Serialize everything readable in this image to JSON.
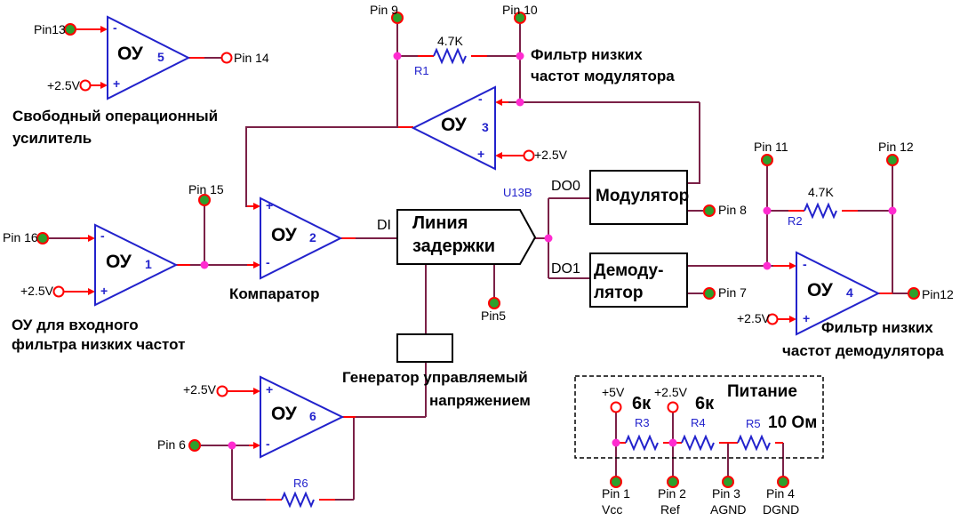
{
  "common": {
    "ou": "ОУ",
    "plus": "+",
    "minus": "-",
    "vref": "+2.5V"
  },
  "colors": {
    "wire": "#7B2147",
    "component_blue": "#2222CC",
    "signal_red": "#FF0000",
    "junction_magenta": "#FF2BD0",
    "pin_green": "#2CA02C",
    "text_black": "#000000",
    "background": "#FFFFFF"
  },
  "op5": {
    "num": "5",
    "pin_in": "Pin13",
    "pin_out": "Pin 14",
    "caption1": "Свободный операционный",
    "caption2": "усилитель"
  },
  "op1": {
    "num": "1",
    "pin_in": "Pin 16",
    "pin_top": "Pin 15",
    "caption1": "ОУ для входного",
    "caption2": "фильтра низких частот"
  },
  "op2": {
    "num": "2",
    "caption": "Компаратор"
  },
  "op3": {
    "num": "3"
  },
  "op4": {
    "num": "4",
    "pin_out": "Pin12"
  },
  "op6": {
    "num": "6",
    "pin_in": "Pin 6",
    "r_name": "R6"
  },
  "mod_filter": {
    "pin9": "Pin 9",
    "pin10": "Pin 10",
    "r_name": "R1",
    "r_value": "4.7K",
    "caption1": "Фильтр низких",
    "caption2": "частот модулятора"
  },
  "demod_filter": {
    "pin11": "Pin 11",
    "pin12": "Pin 12",
    "r_name": "R2",
    "r_value": "4.7K",
    "caption1": "Фильтр низких",
    "caption2": "частот демодулятора"
  },
  "delay": {
    "ref": "U13B",
    "di": "DI",
    "do0": "DO0",
    "do1": "DO1",
    "line1": "Линия",
    "line2": "задержки",
    "pin5": "Pin5"
  },
  "modulator": {
    "name": "Модулятор",
    "pin8": "Pin 8"
  },
  "demodulator": {
    "name1": "Демоду-",
    "name2": "лятор",
    "pin7": "Pin 7"
  },
  "vco": {
    "caption1": "Генератор управляемый",
    "caption2": "напряжением"
  },
  "power": {
    "title": "Питание",
    "v5": "+5V",
    "v25": "+2.5V",
    "r3": "R3",
    "r3_value": "6к",
    "r4": "R4",
    "r4_value": "6к",
    "r5": "R5",
    "r5_value": "10 Ом",
    "pins": [
      {
        "pin": "Pin 1",
        "name": "Vcc"
      },
      {
        "pin": "Pin 2",
        "name": "Ref"
      },
      {
        "pin": "Pin 3",
        "name": "AGND"
      },
      {
        "pin": "Pin 4",
        "name": "DGND"
      }
    ]
  }
}
